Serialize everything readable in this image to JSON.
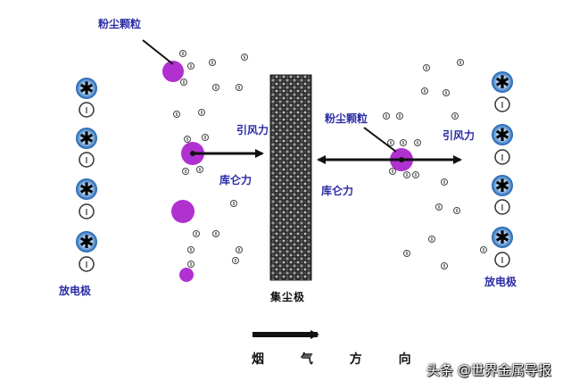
{
  "labels": {
    "dust_left": "粉尘颗粒",
    "dust_right": "粉尘颗粒",
    "wind_left": "引风力",
    "wind_right": "引风力",
    "coulomb_left": "库仑力",
    "coulomb_right": "库仑力",
    "electrode_left": "放电极",
    "electrode_right": "放电极",
    "collector": "集尘极",
    "flue_direction": "烟 气 方 向",
    "watermark": "头条 @世界金属导报"
  },
  "symbols": {
    "ion": "⊖",
    "electrode_core": "Ⅰ"
  },
  "colors": {
    "label_blue": "#2a2aa6",
    "dust_particle": "#b030d0",
    "collector_plate": "#3a3a3a",
    "electrode_glow": "#1a5fb0",
    "arrow": "#111111"
  }
}
